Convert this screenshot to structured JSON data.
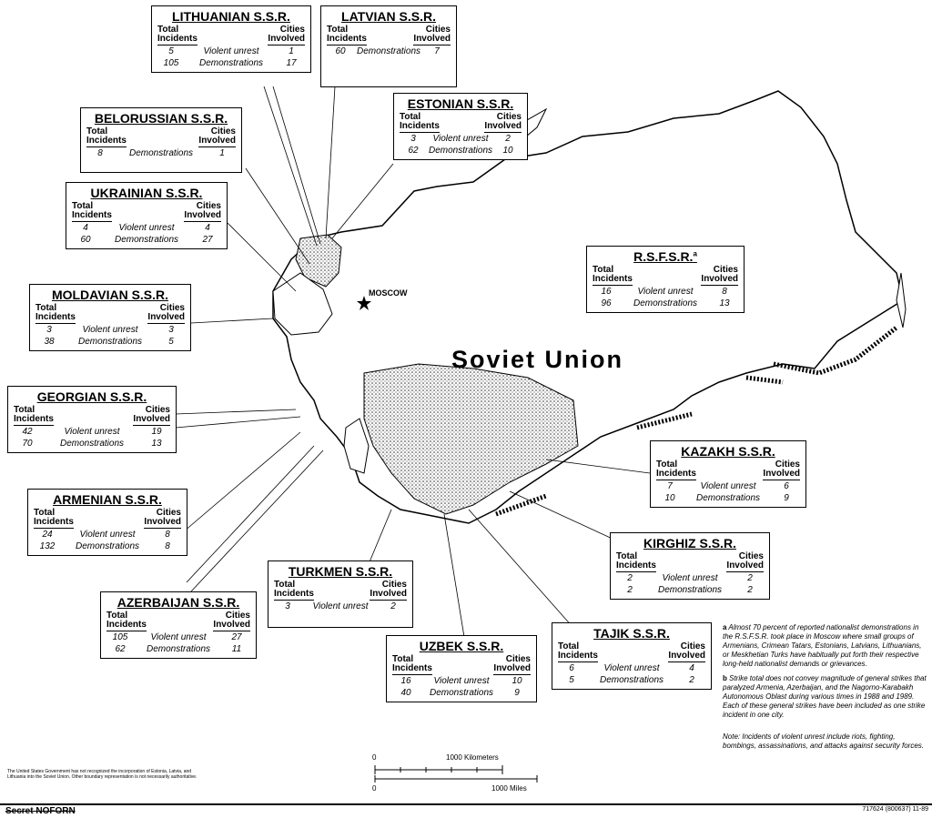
{
  "map": {
    "country_label": "Soviet Union",
    "city_label": "MOSCOW"
  },
  "header_labels": {
    "total": "Total",
    "incidents": "Incidents",
    "cities": "Cities",
    "involved": "Involved",
    "violent": "Violent unrest",
    "demos": "Demonstrations"
  },
  "republics": {
    "lithuanian": {
      "name": "LITHUANIAN S.S.R.",
      "violent": {
        "total": "5",
        "cities": "1"
      },
      "demos": {
        "total": "105",
        "cities": "17"
      }
    },
    "latvian": {
      "name": "LATVIAN S.S.R.",
      "demos": {
        "total": "60",
        "cities": "7"
      }
    },
    "belorussian": {
      "name": "BELORUSSIAN S.S.R.",
      "demos": {
        "total": "8",
        "cities": "1"
      }
    },
    "estonian": {
      "name": "ESTONIAN S.S.R.",
      "violent": {
        "total": "3",
        "cities": "2"
      },
      "demos": {
        "total": "62",
        "cities": "10"
      }
    },
    "ukrainian": {
      "name": "UKRAINIAN S.S.R.",
      "violent": {
        "total": "4",
        "cities": "4"
      },
      "demos": {
        "total": "60",
        "cities": "27"
      }
    },
    "moldavian": {
      "name": "MOLDAVIAN S.S.R.",
      "violent": {
        "total": "3",
        "cities": "3"
      },
      "demos": {
        "total": "38",
        "cities": "5"
      }
    },
    "georgian": {
      "name": "GEORGIAN S.S.R.",
      "violent": {
        "total": "42",
        "cities": "19"
      },
      "demos": {
        "total": "70",
        "cities": "13"
      }
    },
    "armenian": {
      "name": "ARMENIAN S.S.R.",
      "violent": {
        "total": "24",
        "cities": "8"
      },
      "demos": {
        "total": "132",
        "cities": "8"
      }
    },
    "azerbaijan": {
      "name": "AZERBAIJAN S.S.R.",
      "violent": {
        "total": "105",
        "cities": "27"
      },
      "demos": {
        "total": "62",
        "cities": "11"
      }
    },
    "turkmen": {
      "name": "TURKMEN S.S.R.",
      "violent": {
        "total": "3",
        "cities": "2"
      }
    },
    "uzbek": {
      "name": "UZBEK S.S.R.",
      "violent": {
        "total": "16",
        "cities": "10"
      },
      "demos": {
        "total": "40",
        "cities": "9"
      }
    },
    "tajik": {
      "name": "TAJIK S.S.R.",
      "violent": {
        "total": "6",
        "cities": "4"
      },
      "demos": {
        "total": "5",
        "cities": "2"
      }
    },
    "kirghiz": {
      "name": "KIRGHIZ S.S.R.",
      "violent": {
        "total": "2",
        "cities": "2"
      },
      "demos": {
        "total": "2",
        "cities": "2"
      }
    },
    "kazakh": {
      "name": "KAZAKH S.S.R.",
      "violent": {
        "total": "7",
        "cities": "6"
      },
      "demos": {
        "total": "10",
        "cities": "9"
      }
    },
    "rsfsr": {
      "name": "R.S.F.S.R.",
      "name_sup": "a",
      "violent": {
        "total": "16",
        "cities": "8"
      },
      "demos": {
        "total": "96",
        "cities": "13"
      }
    }
  },
  "footnotes": {
    "a_mark": "a",
    "a_text": "Almost 70 percent of reported nationalist demonstrations in the R.S.F.S.R. took place in Moscow where small groups of Armenians, Crimean Tatars, Estonians, Latvians, Lithuanians, or Meskhetian Turks have habitually put forth their respective long-held nationalist demands or grievances.",
    "b_mark": "b",
    "b_text": "Strike total does not convey magnitude of general strikes that paralyzed Armenia, Azerbaijan, and the Nagorno-Karabakh Autonomous Oblast during various times in 1988 and 1989. Each of these general strikes have been included as one strike incident in one city.",
    "note_text": "Note: Incidents of violent unrest include riots, fighting, bombings, assassinations, and attacks against security forces."
  },
  "disclaimer": "The United States Government has not recognized the incorporation of Estonia, Latvia, and Lithuania into the Soviet Union. Other boundary representation is not necessarily authoritative.",
  "scale": {
    "zero": "0",
    "km_label": "1000 Kilometers",
    "mi_label": "1000 Miles"
  },
  "classification": "Secret NOFORN",
  "reference_number": "717624 (800637) 11-89"
}
